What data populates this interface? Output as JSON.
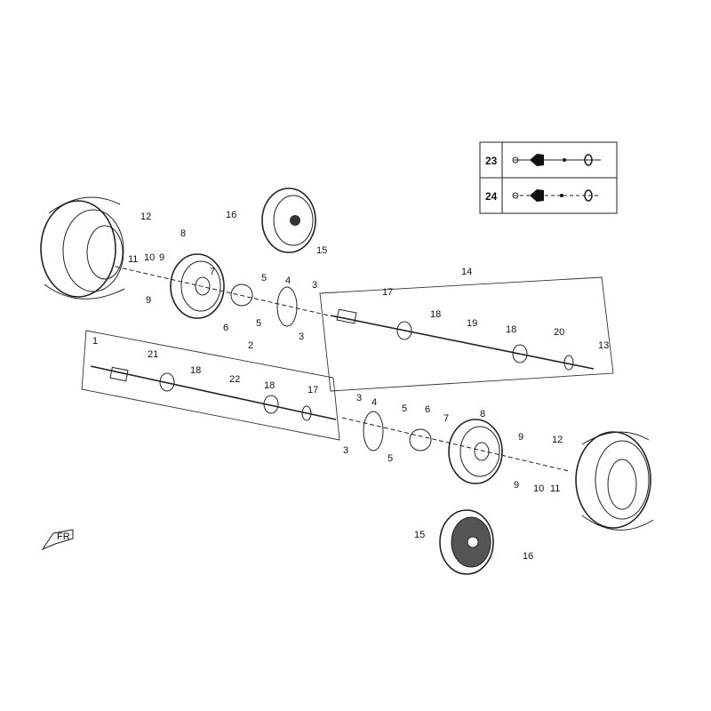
{
  "title": "Wheels and drive shafts exploded parts diagram",
  "direction_arrow_text": "FR",
  "legend": [
    {
      "number": "23",
      "style": "solid"
    },
    {
      "number": "24",
      "style": "dashed"
    }
  ],
  "callouts": [
    "12",
    "11",
    "10",
    "9",
    "9",
    "8",
    "7",
    "5",
    "6",
    "5",
    "4",
    "3",
    "3",
    "16",
    "15",
    "14",
    "17",
    "18",
    "19",
    "18",
    "20",
    "13",
    "1",
    "21",
    "2",
    "18",
    "22",
    "18",
    "17",
    "3",
    "4",
    "5",
    "6",
    "3",
    "5",
    "7",
    "8",
    "9",
    "9",
    "10",
    "11",
    "12",
    "15",
    "16"
  ]
}
